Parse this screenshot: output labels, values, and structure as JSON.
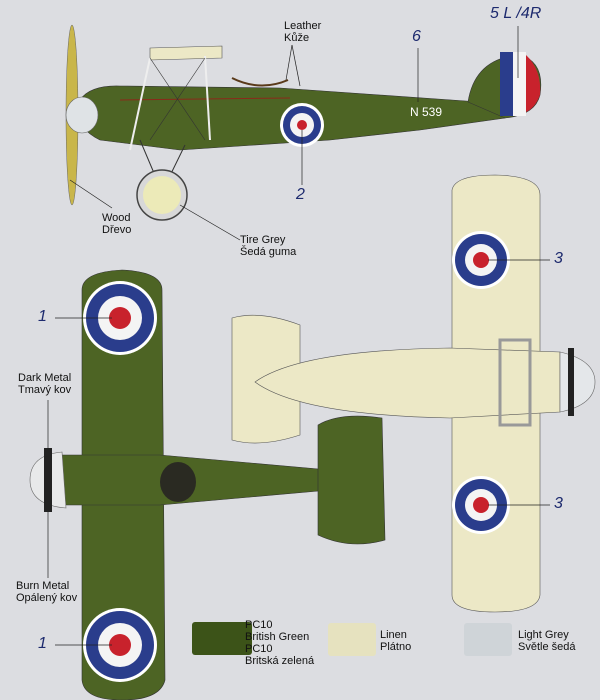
{
  "colors": {
    "green": "#4d6424",
    "linen": "#ece8c6",
    "light_grey": "#cdd3d8",
    "roundel_blue": "#2a3d8c",
    "roundel_red": "#c8222c",
    "background": "#dcdde1"
  },
  "side_view": {
    "leather": [
      "Leather",
      "Kůže"
    ],
    "callout_6": "6",
    "rudder_decal": "5 L /4R",
    "serial": "N 539",
    "callout_2": "2",
    "wood": [
      "Wood",
      "Dřevo"
    ],
    "tire": [
      "Tire Grey",
      "Šedá guma"
    ]
  },
  "top_view": {
    "callout_1a": "1",
    "callout_1b": "1",
    "dark_metal": [
      "Dark Metal",
      "Tmavý kov"
    ],
    "burn_metal": [
      "Burn Metal",
      "Opálený kov"
    ]
  },
  "bottom_view": {
    "callout_3a": "3",
    "callout_3b": "3"
  },
  "legend": [
    {
      "lines": [
        "PC10",
        "British Green",
        "PC10",
        "Britská zelená"
      ],
      "color": "#3c5318"
    },
    {
      "lines": [
        "Linen",
        "Plátno"
      ],
      "color": "#e6e2bf"
    },
    {
      "lines": [
        "Light Grey",
        "Světle šedá"
      ],
      "color": "#cfd4d8"
    }
  ]
}
